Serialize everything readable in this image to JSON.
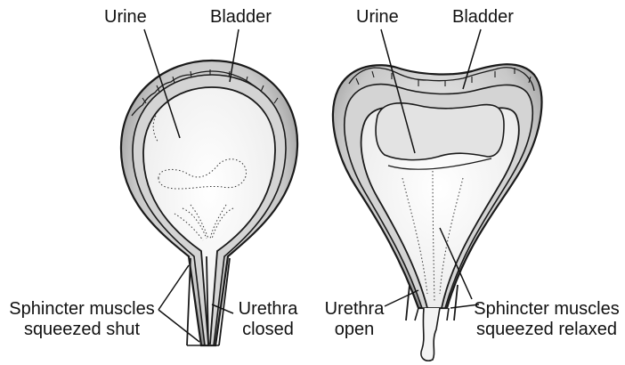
{
  "left": {
    "urine_label": "Urine",
    "bladder_label": "Bladder",
    "sphincter_line1": "Sphincter muscles",
    "sphincter_line2": "squeezed shut",
    "urethra_line1": "Urethra",
    "urethra_line2": "closed"
  },
  "right": {
    "urine_label": "Urine",
    "bladder_label": "Bladder",
    "urethra_line1": "Urethra",
    "urethra_line2": "open",
    "sphincter_line1": "Sphincter muscles",
    "sphincter_line2": "squeezed relaxed"
  },
  "colors": {
    "wall_shade": "#9a9a9a",
    "wall_light": "#ededed",
    "urine": "#e6e6e6",
    "outline": "#1a1a1a"
  }
}
